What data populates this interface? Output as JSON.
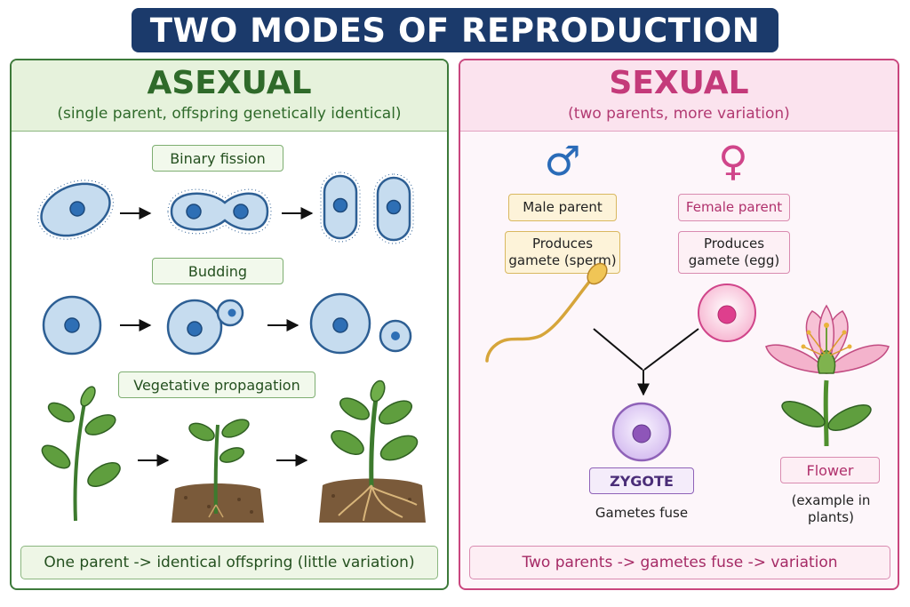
{
  "title": "TWO MODES OF REPRODUCTION",
  "asexual": {
    "heading": "ASEXUAL",
    "subheading": "(single parent, offspring genetically identical)",
    "methods": [
      {
        "label": "Binary fission"
      },
      {
        "label": "Budding"
      },
      {
        "label": "Vegetative propagation"
      }
    ],
    "summary": "One parent -> identical offspring (little variation)"
  },
  "sexual": {
    "heading": "SEXUAL",
    "subheading": "(two parents, more variation)",
    "male": {
      "symbol": "♂",
      "label": "Male parent",
      "gamete": "Produces gamete (sperm)"
    },
    "female": {
      "symbol": "♀",
      "label": "Female parent",
      "gamete": "Produces gamete (egg)"
    },
    "zygote": {
      "label": "ZYGOTE",
      "caption": "Gametes fuse"
    },
    "flower": {
      "label": "Flower",
      "caption": "(example in plants)"
    },
    "summary": "Two parents -> gametes fuse -> variation"
  },
  "colors": {
    "title_bg": "#1b3a6b",
    "asexual_accent": "#2f6a2a",
    "sexual_accent": "#c43a7a",
    "male_symbol": "#2a6bb8",
    "female_symbol": "#d0458a",
    "zygote": "#8f62b8"
  },
  "icons": [
    "arrow-right-icon",
    "male-symbol-icon",
    "female-symbol-icon",
    "sperm-icon",
    "egg-icon",
    "zygote-icon",
    "flower-icon",
    "plant-icon",
    "cell-icon"
  ]
}
